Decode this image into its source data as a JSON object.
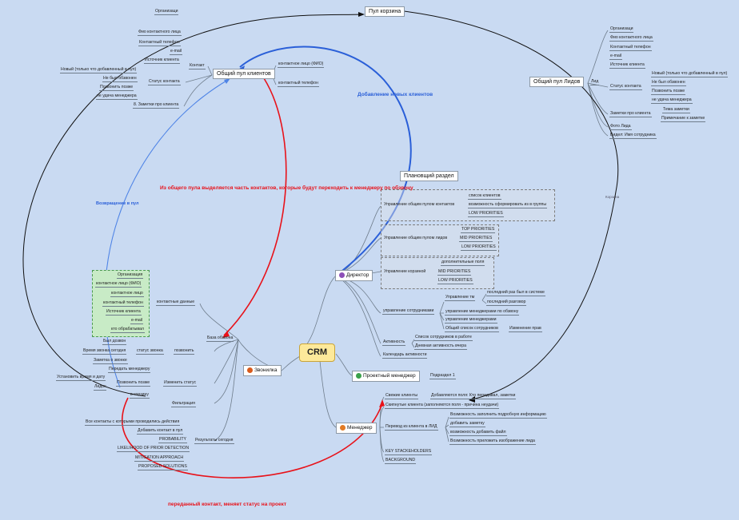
{
  "colors": {
    "background": "#c9daf2",
    "red": "#e8121a",
    "blue": "#2a5fd8",
    "lightblue": "#4f84e6",
    "black": "#111111",
    "root": "#fde99a"
  },
  "root": "CRM",
  "branches": {
    "director": "Директор",
    "manager": "Менеджер",
    "project_manager": "Проектный менеджер",
    "caller": "Звонилка"
  },
  "pools": {
    "clients": "Общий пул клиентов",
    "leads": "Общий пул Лидов",
    "trash": "Пул корзина",
    "planning": "Плановщий раздел",
    "base": "База обзвона"
  },
  "clients_pool": {
    "contact_label": "Контакт",
    "status_label": "Статус контакта",
    "notes_label": "8. Заметки про клиента",
    "contact_items": [
      "Организаци",
      "Фио контактного лица",
      "Контактный телефон",
      "e-mail",
      "Источник клиента"
    ],
    "status_items": [
      "Новый (только что добавленный в пул)",
      "Не был обзвонен",
      "Позвонить позже",
      "не удача менеджера"
    ],
    "right_items": [
      "контактное лицо (ФИО)",
      "контактный телефон"
    ]
  },
  "leads_pool": {
    "lid_label": "Лид",
    "items": [
      "Организаци",
      "Фио контактного лица",
      "Контактный телефон",
      "e-mail",
      "Источник клиента"
    ],
    "status_label": "Статус контакта",
    "status_items": [
      "Новый (только что добавленный в пул)",
      "Не был обзвонен",
      "Позвонить позже",
      "не удача менеджера"
    ],
    "notes_label": "Заметки про клиента",
    "notes_items": [
      "Тема заметки",
      "Примечание к заметке"
    ],
    "extra": [
      "Фото Лида",
      "Видел: Имя сотрудника"
    ]
  },
  "director_section": {
    "group1_label": "Управление общим пулом контактов",
    "group1_items": [
      "список клиентов",
      "возможность сформировать из в группы",
      "LOW PRIORITIES"
    ],
    "group2_label": "Управление общим пулом лидов",
    "group2_items": [
      "TOP PRIORITIES",
      "MID PRIORITIES",
      "LOW PRIORITIES"
    ],
    "group3_label": "Управлениe корзиной",
    "group3_items": [
      "дополнительные поля",
      "MID PRIORITIES",
      "LOW PRIORITIES"
    ],
    "staff_label": "управление сотрудниками",
    "staff_items": [
      "Управление тм",
      "управление менеджерами по обзвону",
      "управление менеджерами",
      "Общий список сотрудников"
    ],
    "tm_items": [
      "последний раз был в системе",
      "последний разговор"
    ],
    "rights": "Изменение прав",
    "activity_label": "Активность",
    "activity_items": [
      "Список сотрудников в работе",
      "Дневная активность вчера"
    ],
    "calendar": "Календарь активности"
  },
  "pm_section": {
    "sub": "Подраздел 1"
  },
  "manager_section": {
    "fresh": "Свежие клиенты",
    "fresh_note": "Добавляются поля: Кто передавал, заметки",
    "skip": "Скипнутые клиента (заполняются поля - причина неудачи)",
    "transfer": "Перевод из клиента в ЛИД",
    "transfer_items": [
      "Возможность заполнить подробную информацию",
      "добавить заметку",
      "возможность добавить файл",
      "Возможность приложить изображение лида"
    ],
    "extra": [
      "KEY STACKEHOLDERS",
      "BACKGROUND"
    ]
  },
  "caller_section": {
    "contact_data": "контактные данные",
    "green_items": [
      "Организация",
      "контактное лицо (ФИО)",
      "контактное лицо",
      "контактный телефон",
      "Источник клиента",
      "e-mail",
      "кто обрабатывал"
    ],
    "call_status": "статус звонка",
    "call": "позвонить",
    "call_items": [
      "Был дозвон",
      "Время звонка сегодня",
      "Заметка о звонке"
    ],
    "change_status": "Изменить статус",
    "change_items": [
      "Передать менеджеру",
      "Позвонить позже",
      "в корзину"
    ],
    "later_items": [
      "Установить время и дату",
      "Лидок"
    ],
    "filtration": "Фильтрация",
    "results": "Результаты сегодня",
    "result_items": [
      "Все контакты с которыми проводились действия",
      "Добавить контакт в пул",
      "PROBABILITY",
      "LIKELIHOOD OF PRIOR DETECTION",
      "MITIGATION APPROACH",
      "PROPOSED SOLUTIONS"
    ]
  },
  "annotations": {
    "add_clients": "Добавление новых клиентов",
    "from_pool": "Из общего пула выделяется часть контактов, которые будут переходить к менеджеру по обзвону",
    "return": "Возвращение в пул",
    "transferred": "переданный контакт, меняет статус на проект",
    "trash": "Корзина"
  }
}
